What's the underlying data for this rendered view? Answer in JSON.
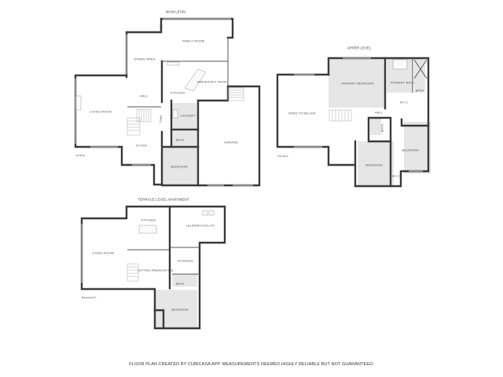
{
  "plans": {
    "main_level": {
      "title": "MAIN LEVEL",
      "floor_tag": "1st floor",
      "rooms": {
        "family_room": "FAMILY ROOM",
        "dining_area": "DINING AREA",
        "breakfast_nook": "BREAKFAST NOOK",
        "kitchen": "KITCHEN",
        "hall_1": "HALL",
        "hall_2": "HALL",
        "living_room": "LIVING ROOM",
        "laundry": "LAUNDRY",
        "bath": "BATH",
        "foyer": "FOYER",
        "bedroom": "BEDROOM",
        "garage": "GARAGE"
      }
    },
    "upper_level": {
      "title": "UPPER LEVEL",
      "floor_tag": "2nd floor",
      "rooms": {
        "primary_bedroom": "PRIMARY BEDROOM",
        "primary_bath": "PRIMARY BATH",
        "bath_small": "BATH",
        "wic_1": "W.I.C",
        "open_to_below": "OPEN TO BELOW",
        "hall": "HALL",
        "bath_hall": "BATH",
        "bedroom_right": "BEDROOM",
        "bedroom_left": "BEDROOM",
        "wic_2": "W.I.C"
      }
    },
    "terrace_level": {
      "title": "TERRACE LEVEL APARTMENT",
      "floor_tag": "Basement 1",
      "rooms": {
        "kitchen": "KITCHEN",
        "laundry_utility": "LAUNDRY/UTILITY",
        "living_room": "LIVING ROOM",
        "storage": "STORAGE",
        "sitting_area_office": "SITTING AREA/OFFICE",
        "bath": "BATH",
        "bedroom": "BEDROOM"
      }
    }
  },
  "footer": {
    "disclaimer": "FLOOR PLAN CREATED BY CUBICASA APP. MEASUREMENTS DEEMED HIGHLY RELIABLE BUT NOT GUARANTEED."
  }
}
